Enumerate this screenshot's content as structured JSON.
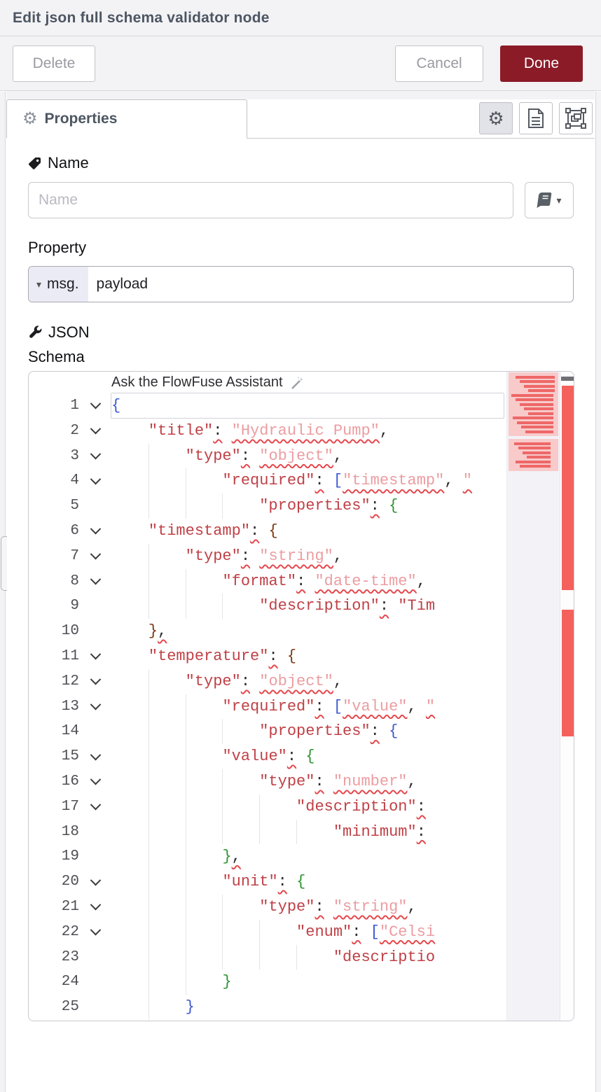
{
  "header": {
    "title": "Edit json full schema validator node"
  },
  "toolbar": {
    "delete_label": "Delete",
    "cancel_label": "Cancel",
    "done_label": "Done"
  },
  "tabs": {
    "properties_label": "Properties"
  },
  "form": {
    "name_label": "Name",
    "name_value": "",
    "name_placeholder": "Name",
    "property_label": "Property",
    "property_prefix": "msg.",
    "property_value": "payload",
    "schema_label": "JSON Schema"
  },
  "editor": {
    "assistant_label": "Ask the FlowFuse Assistant",
    "colors": {
      "key": "#bf4046",
      "string_value": "#eb9da1",
      "squiggle": "#e5484d",
      "bracket_blue": "#3b58d0",
      "bracket_green": "#2e9331",
      "bracket_brown": "#7b3814",
      "done_button": "#8c1b28",
      "overview_error": "#f4615c"
    },
    "lines": [
      {
        "n": 1,
        "lvl": 0,
        "fold": true,
        "segs": [
          [
            "{",
            "bb"
          ]
        ]
      },
      {
        "n": 2,
        "lvl": 1,
        "fold": true,
        "segs": [
          [
            "    ",
            "sp"
          ],
          [
            "\"title\"",
            "k"
          ],
          [
            ":",
            "cw"
          ],
          [
            " ",
            "sp"
          ],
          [
            "\"Hydraulic Pump\"",
            "v"
          ],
          [
            ",",
            "p"
          ]
        ]
      },
      {
        "n": 3,
        "lvl": 2,
        "fold": true,
        "segs": [
          [
            "        ",
            "sp"
          ],
          [
            "\"type\"",
            "k"
          ],
          [
            ":",
            "cw"
          ],
          [
            " ",
            "sp"
          ],
          [
            "\"object\"",
            "v"
          ],
          [
            ",",
            "p"
          ]
        ]
      },
      {
        "n": 4,
        "lvl": 3,
        "fold": true,
        "segs": [
          [
            "            ",
            "sp"
          ],
          [
            "\"required\"",
            "k"
          ],
          [
            ":",
            "cw"
          ],
          [
            " ",
            "sp"
          ],
          [
            "[",
            "bb"
          ],
          [
            "\"timestamp\"",
            "v"
          ],
          [
            ",",
            "p"
          ],
          [
            " ",
            "sp"
          ],
          [
            "\"",
            "v"
          ]
        ]
      },
      {
        "n": 5,
        "lvl": 4,
        "fold": false,
        "segs": [
          [
            "                ",
            "sp"
          ],
          [
            "\"properties\"",
            "k"
          ],
          [
            ":",
            "cw"
          ],
          [
            " ",
            "sp"
          ],
          [
            "{",
            "bg2"
          ]
        ]
      },
      {
        "n": 6,
        "lvl": 1,
        "fold": true,
        "segs": [
          [
            "    ",
            "sp"
          ],
          [
            "\"timestamp\"",
            "k"
          ],
          [
            ":",
            "cw"
          ],
          [
            " ",
            "sp"
          ],
          [
            "{",
            "bo"
          ]
        ]
      },
      {
        "n": 7,
        "lvl": 2,
        "fold": true,
        "segs": [
          [
            "        ",
            "sp"
          ],
          [
            "\"type\"",
            "k"
          ],
          [
            ":",
            "cw"
          ],
          [
            " ",
            "sp"
          ],
          [
            "\"string\"",
            "v"
          ],
          [
            ",",
            "p"
          ]
        ]
      },
      {
        "n": 8,
        "lvl": 3,
        "fold": true,
        "segs": [
          [
            "            ",
            "sp"
          ],
          [
            "\"format\"",
            "k"
          ],
          [
            ":",
            "cw"
          ],
          [
            " ",
            "sp"
          ],
          [
            "\"date-time\"",
            "v"
          ],
          [
            ",",
            "p"
          ]
        ]
      },
      {
        "n": 9,
        "lvl": 4,
        "fold": false,
        "segs": [
          [
            "                ",
            "sp"
          ],
          [
            "\"description\"",
            "k"
          ],
          [
            ":",
            "cw"
          ],
          [
            " ",
            "sp"
          ],
          [
            "\"Tim",
            "k"
          ]
        ]
      },
      {
        "n": 10,
        "lvl": 1,
        "fold": false,
        "segs": [
          [
            "    ",
            "sp"
          ],
          [
            "}",
            "bo"
          ],
          [
            ",",
            "pw"
          ]
        ]
      },
      {
        "n": 11,
        "lvl": 1,
        "fold": true,
        "segs": [
          [
            "    ",
            "sp"
          ],
          [
            "\"temperature\"",
            "k"
          ],
          [
            ":",
            "cw"
          ],
          [
            " ",
            "sp"
          ],
          [
            "{",
            "bo"
          ]
        ]
      },
      {
        "n": 12,
        "lvl": 2,
        "fold": true,
        "segs": [
          [
            "        ",
            "sp"
          ],
          [
            "\"type\"",
            "k"
          ],
          [
            ":",
            "cw"
          ],
          [
            " ",
            "sp"
          ],
          [
            "\"object\"",
            "v"
          ],
          [
            ",",
            "p"
          ]
        ]
      },
      {
        "n": 13,
        "lvl": 3,
        "fold": true,
        "segs": [
          [
            "            ",
            "sp"
          ],
          [
            "\"required\"",
            "k"
          ],
          [
            ":",
            "cw"
          ],
          [
            " ",
            "sp"
          ],
          [
            "[",
            "bb"
          ],
          [
            "\"value\"",
            "v"
          ],
          [
            ",",
            "p"
          ],
          [
            " ",
            "sp"
          ],
          [
            "\"",
            "v"
          ]
        ]
      },
      {
        "n": 14,
        "lvl": 4,
        "fold": false,
        "segs": [
          [
            "                ",
            "sp"
          ],
          [
            "\"properties\"",
            "k"
          ],
          [
            ":",
            "cw"
          ],
          [
            " ",
            "sp"
          ],
          [
            "{",
            "bb"
          ]
        ]
      },
      {
        "n": 15,
        "lvl": 3,
        "fold": true,
        "segs": [
          [
            "            ",
            "sp"
          ],
          [
            "\"value\"",
            "k"
          ],
          [
            ":",
            "cw"
          ],
          [
            " ",
            "sp"
          ],
          [
            "{",
            "bg2"
          ]
        ]
      },
      {
        "n": 16,
        "lvl": 4,
        "fold": true,
        "segs": [
          [
            "                ",
            "sp"
          ],
          [
            "\"type\"",
            "k"
          ],
          [
            ":",
            "cw"
          ],
          [
            " ",
            "sp"
          ],
          [
            "\"number\"",
            "v"
          ],
          [
            ",",
            "p"
          ]
        ]
      },
      {
        "n": 17,
        "lvl": 5,
        "fold": true,
        "segs": [
          [
            "                    ",
            "sp"
          ],
          [
            "\"description\"",
            "k"
          ],
          [
            ":",
            "cw"
          ]
        ]
      },
      {
        "n": 18,
        "lvl": 6,
        "fold": false,
        "segs": [
          [
            "                        ",
            "sp"
          ],
          [
            "\"minimum\"",
            "k"
          ],
          [
            ":",
            "cw"
          ]
        ]
      },
      {
        "n": 19,
        "lvl": 3,
        "fold": false,
        "segs": [
          [
            "            ",
            "sp"
          ],
          [
            "}",
            "bg2"
          ],
          [
            ",",
            "pw"
          ]
        ]
      },
      {
        "n": 20,
        "lvl": 3,
        "fold": true,
        "segs": [
          [
            "            ",
            "sp"
          ],
          [
            "\"unit\"",
            "k"
          ],
          [
            ":",
            "cw"
          ],
          [
            " ",
            "sp"
          ],
          [
            "{",
            "bg2"
          ]
        ]
      },
      {
        "n": 21,
        "lvl": 4,
        "fold": true,
        "segs": [
          [
            "                ",
            "sp"
          ],
          [
            "\"type\"",
            "k"
          ],
          [
            ":",
            "cw"
          ],
          [
            " ",
            "sp"
          ],
          [
            "\"string\"",
            "v"
          ],
          [
            ",",
            "p"
          ]
        ]
      },
      {
        "n": 22,
        "lvl": 5,
        "fold": true,
        "segs": [
          [
            "                    ",
            "sp"
          ],
          [
            "\"enum\"",
            "k"
          ],
          [
            ":",
            "cw"
          ],
          [
            " ",
            "sp"
          ],
          [
            "[",
            "bb"
          ],
          [
            "\"Celsi",
            "v"
          ]
        ]
      },
      {
        "n": 23,
        "lvl": 6,
        "fold": false,
        "segs": [
          [
            "                        ",
            "sp"
          ],
          [
            "\"descriptio",
            "k"
          ]
        ]
      },
      {
        "n": 24,
        "lvl": 3,
        "fold": false,
        "segs": [
          [
            "            ",
            "sp"
          ],
          [
            "}",
            "bg2"
          ]
        ]
      },
      {
        "n": 25,
        "lvl": 2,
        "fold": false,
        "segs": [
          [
            "        ",
            "sp"
          ],
          [
            "}",
            "bb"
          ]
        ]
      }
    ],
    "minimap": {
      "block1": [
        [
          10,
          56
        ],
        [
          16,
          50
        ],
        [
          22,
          44
        ],
        [
          28,
          38
        ],
        [
          4,
          60
        ],
        [
          10,
          54
        ],
        [
          16,
          48
        ],
        [
          22,
          42
        ],
        [
          28,
          36
        ],
        [
          6,
          58
        ],
        [
          12,
          52
        ],
        [
          18,
          46
        ],
        [
          24,
          40
        ]
      ],
      "block2": [
        [
          8,
          52
        ],
        [
          14,
          46
        ],
        [
          20,
          40
        ],
        [
          26,
          34
        ],
        [
          10,
          50
        ],
        [
          16,
          44
        ]
      ]
    }
  }
}
